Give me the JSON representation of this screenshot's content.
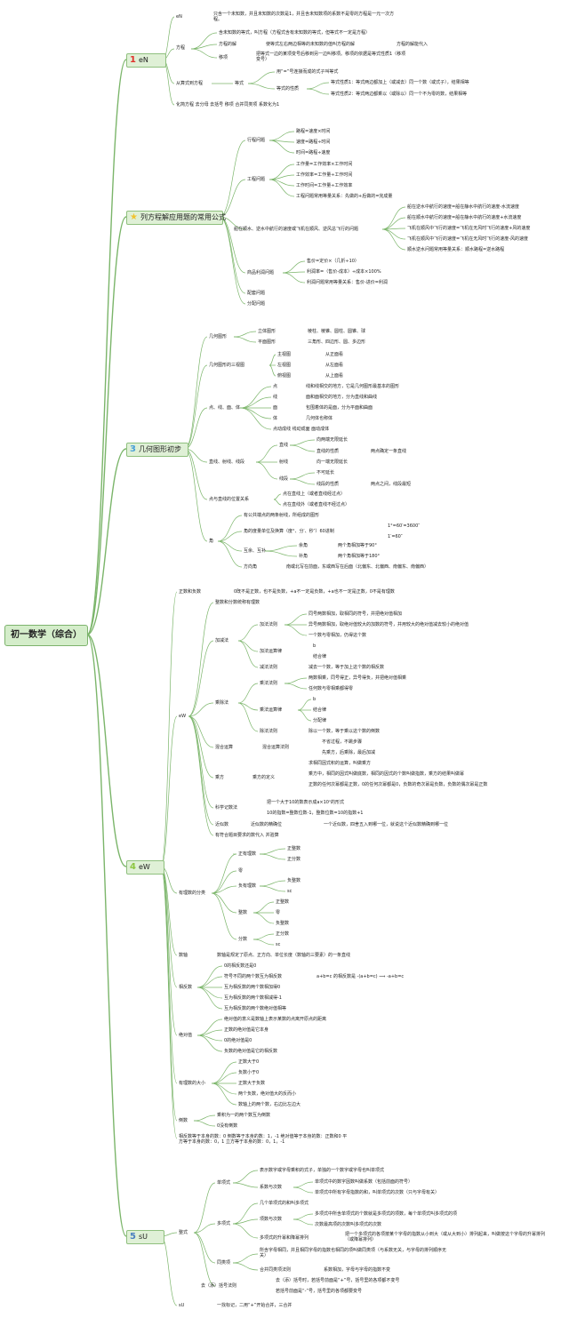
{
  "root": "初一数学（综合）",
  "colors": {
    "line": "#7bb56a",
    "box_fill": "#dff0d6",
    "box_border": "#8fc07e",
    "num1": "#e0302a",
    "num2": "#f0c330",
    "num3": "#4aa0d8",
    "num4": "#8cc640",
    "num5": "#4a7fc0"
  },
  "b1": {
    "num": "1",
    "label": "eN",
    "c_en": "eN",
    "def": "只含一个未知数，并且未知数的次数是1，并且含未知数项的系数不是零的方程是一元一次方程。",
    "fangcheng": "方程",
    "fc_1": "含未知数的等式，叫方程（方程式含有未知数的等式，但等式不一定是方程）",
    "fc_2": "方程的解",
    "fc_2a": "使等式左右两边相等的未知数的值叫方程的解",
    "fc_2b": "方程的解能代入",
    "fc_3": "移项",
    "fc_3a": "把等式一边的某项变号后移到另一边叫移项。移项的依据是等式性质1（移项变号）",
    "cong": "从算式到方程",
    "dengshi": "等式",
    "ds_1": "用“=”号连接而成的式子叫等式",
    "ds_2": "等式的性质",
    "ds_2a": "等式性质1：等式两边都加上（或减去）同一个数（或式子），结果相等",
    "ds_2b": "等式性质2：等式两边都乘以（或除以）同一个不为零的数，结果相等",
    "steps": "化简方程 去分母 去括号 移项 合并同类项 系数化为1"
  },
  "b2": {
    "label": "列方程解应用题的常用公式",
    "xc": "行程问题",
    "xc_1": "路程=速度×时间",
    "xc_2": "速度=路程÷时间",
    "xc_3": "时间=路程÷速度",
    "gc": "工程问题",
    "gc_1": "工作量=工作效率×工作时间",
    "gc_2": "工作效率=工作量÷工作时间",
    "gc_3": "工作时间=工作量÷工作效率",
    "gc_4": "工程问题常用等量关系：先做的+后做的=完成量",
    "cs": "船在顺水、逆水中航行的速度或飞机在顺风、逆风总飞行的问题",
    "cs_1": "船在逆水中航行的速度=船在静水中航行的速度-水流速度",
    "cs_2": "船在顺水中航行的速度=船在静水中航行的速度+水流速度",
    "cs_3": "飞机在顺风中飞行的速度=飞机在无风时飞行的速度+风的速度",
    "cs_4": "飞机在顺风中飞行的速度=飞机在无风时飞行的速度-风的速度",
    "cs_5": "顺水逆水问题常用等量关系：顺水路程=逆水路程",
    "sp": "商品利润问题",
    "sp_1": "售价=定价×（几折÷10）",
    "sp_2": "利润率=（售价-成本）÷成本×100%",
    "sp_3": "利润问题常用等量关系：售价-进价=利润",
    "pt": "配套问题",
    "fp": "分配问题"
  },
  "b3": {
    "num": "3",
    "label": "几何图形初步",
    "jh": "几何图形",
    "lt": "立体图形",
    "lt_1": "棱柱、棱锥、圆柱、圆锥、球",
    "pm": "平面图形",
    "pm_1": "三角形、四边形、圆、多边形",
    "sv": "几何图形的三视图",
    "zs": "主视图",
    "zs_1": "从正面看",
    "zuo": "左视图",
    "zuo_1": "从左面看",
    "fs": "俯视图",
    "fs_1": "从上面看",
    "dx": "点、线、面、体",
    "d": "点",
    "d_1": "线和线相交的地方，它是几何图形最基本的图形",
    "x": "线",
    "x_1": "面和面相交的地方，分为直线和曲线",
    "m": "面",
    "m_1": "包围着体的是面，分为平面和曲面",
    "t": "体",
    "t_1": "几何体也称体",
    "dx_2": "点动成线 线动成面 面动成体",
    "zx": "直线、射线、线段",
    "zx_a": "直线",
    "zx_a1": "向两端无限延长",
    "zx_b": "直线的性质",
    "zx_b1": "两点确定一条直线",
    "sx": "射线",
    "sx_1": "向一端无限延长",
    "xd": "线段",
    "xd_1": "不可延长",
    "xd_2": "线段的性质",
    "xd_2a": "两点之间，线段最短",
    "dw": "点与直线的位置关系",
    "dw_1": "点在直线上（或者直线经过点）",
    "dw_2": "点在直线外（或者直线不经过点）",
    "jiao": "角",
    "j_1": "有公共端点的两条射线，所组成的图形",
    "j_2": "角的度量单位及换算（度°、分′、秒″）60进制",
    "j_2a": "1°=60′=3600″",
    "j_2b": "1′=60″",
    "hy": "互余、互补",
    "yj": "余角",
    "yj_1": "两个角相加等于90°",
    "bj": "补角",
    "bj_1": "两个角相加等于180°",
    "fx": "方向角",
    "fx_1": "南或北写在前面，东或西写在后面（北偏东、北偏西、南偏东、南偏西）"
  },
  "b4": {
    "num": "4",
    "label": "eW",
    "zf": "正数和负数",
    "zf_1": "0既不是正数，也不是负数，+a不一定是负数，+a也不一定是正数，0不是有理数",
    "ew": "eW",
    "zs_all": "整数和分数统称有理数",
    "jf": "加减法",
    "jf_a": "加法法则",
    "jf_a1": "同号两数相加，取相同的符号，并把绝对值相加",
    "jf_a2": "异号两数相加，取绝对值较大的加数的符号，并用较大的绝对值减去较小的绝对值",
    "jf_a3": "一个数与零相加，仍得这个数",
    "jf_b": "加法运算律",
    "jf_b1": "b",
    "jf_b2": "结合律",
    "jf_c": "减法法则",
    "jf_c1": "减去一个数，等于加上这个数的相反数",
    "cf": "乘除法",
    "cf_a": "乘法法则",
    "cf_a1": "两数相乘，同号得正，异号得负，并把绝对值相乘",
    "cf_a2": "任何数与零相乘都得零",
    "cf_b": "乘法运算律",
    "cf_b1": "b",
    "cf_b2": "结合律",
    "cf_b3": "分配律",
    "cf_c": "除法法则",
    "cf_c1": "除以一个数，等于乘以这个数的倒数",
    "hh": "混合运算",
    "hh_a": "混合运算法则",
    "hh_a1": "不省过程，不跳步骤",
    "hh_a2": "先乘方，后乘除，最后加减",
    "cfang": "乘方",
    "cfang_a": "乘方的定义",
    "cfang_1": "求相同因式积的运算，叫做乘方",
    "cfang_2": "乘方中，相同的因式叫做底数，相同的因式的个数叫做指数，乘方的结果叫做幂",
    "cfang_3": "正数的任何次幂都是正数，0的任何次幂都是0，负数的奇次幂是负数，负数的偶次幂是正数",
    "kx": "科学记数法",
    "kx_1": "把一个大于10的数表示成a×10ⁿ的形式",
    "kx_2": "10的指数=整数位数-1，整数位数=10的指数+1",
    "js": "近似数",
    "js_a": "近似数的精确位",
    "js_a1": "一个近似数，四舍五入到哪一位，就说这个近似数精确到哪一位",
    "youli": "有符合题目要求的数代入 并验算",
    "fl": "有理数的分类",
    "zyl": "正有理数",
    "zyl_1": "正整数",
    "zyl_2": "正分数",
    "ling": "零",
    "fyl": "负有理数",
    "fyl_1": "负整数",
    "fyl_2": "sc",
    "zshu": "整数",
    "zshu_1": "正整数",
    "zshu_2": "零",
    "zshu_3": "负整数",
    "fshu": "分数",
    "fshu_1": "正分数",
    "fshu_2": "sc",
    "sz": "数轴",
    "sz_1": "数轴是规定了原点、正方向、单位长度（数轴的三要素）的一条直线",
    "xf": "相反数",
    "xf_1": "0的相反数还是0",
    "xf_2": "符号不同的两个数互为相反数",
    "xf_2a": "a+b=c 的相反数是 -(a+b=c) ⟹ -a+b=c",
    "xf_3": "互为相反数的两个数相加得0",
    "xf_4": "互为相反数的两个数相减得-1",
    "xf_5": "互为相反数的两个数绝对值相等",
    "jdz": "绝对值",
    "jdz_1": "绝对值的意义是数轴上表示某数的点离开原点的距离",
    "jdz_2": "正数的绝对值是它本身",
    "jdz_3": "0的绝对值是0",
    "jdz_4": "负数的绝对值是它的相反数",
    "dx": "有理数的大小",
    "dx_1": "正数大于0",
    "dx_2": "负数小于0",
    "dx_3": "正数大于负数",
    "dx_4": "两个负数，绝对值大的反而小",
    "dx_5": "数轴上的两个数，右边比左边大",
    "ds": "倒数",
    "ds_1": "乘积为一的两个数互为倒数",
    "ds_2": "0没有倒数",
    "note": "相反数等于本身的数：0 倒数等于本身的数：1，-1 绝对值等于本身的数：正数和0 平方等于本身的数：0，1 立方等于本身的数：0，1，-1"
  },
  "b5": {
    "num": "5",
    "label": "sU",
    "zs": "整式",
    "dx": "单项式",
    "dx_1": "表示数字或字母乘积的式子，单独的一个数字或字母也叫单项式",
    "xs": "系数与次数",
    "xs_1": "单项式中的数字因数叫做系数（包括前面的符号）",
    "xs_2": "单项式中所有字母指数的和，叫单项式的次数（只与字母有关）",
    "dxs": "多项式",
    "dxs_1": "几个单项式的和叫多项式",
    "dxs_2": "项数与次数",
    "dxs_2a": "多项式中所含单项式的个数就是多项式的项数，每个单项式叫多项式的项",
    "dxs_2b": "次数最高项的次数叫多项式的次数",
    "dxs_3": "多项式的升幂和降幂排列",
    "dxs_3a": "把一个多项式的各项按某个字母的指数从小到大（或从大到小）排列起来，叫做按这个字母的升幂排列（或降幂排列）",
    "tl": "同类项",
    "tl_1": "所含字母相同，并且相同字母的指数也相同的项叫做同类项（与系数无关，与字母的排列顺序无关）",
    "hb": "合并同类项法则",
    "hb_1": "系数相加，字母与字母的指数不变",
    "qk": "去（添）括号法则",
    "qk_1": "去（添）括号时，若括号前面是“+”号，括号里的各项都不变号",
    "qk_2": "若括号前面是“-”号，括号里的各项都要变号",
    "su": "sU",
    "su_1": "一找标记，二用“+”开始合并，三合并"
  }
}
